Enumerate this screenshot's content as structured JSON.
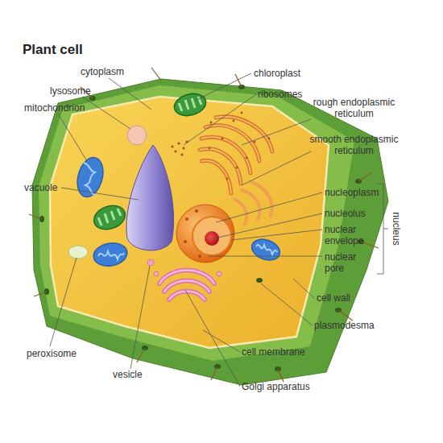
{
  "diagram": {
    "title": "Plant cell",
    "labels": [
      "cytoplasm",
      "lysosome",
      "mitochondrion",
      "chloroplast",
      "ribosomes",
      "rough endoplasmic reticulum",
      "smooth endoplasmic reticulum",
      "vacuole",
      "nucleoplasm",
      "nucleolus",
      "nuclear envelope",
      "nucleus",
      "nuclear pore",
      "cell wall",
      "plasmodesma",
      "peroxisome",
      "cell membrane",
      "vesicle",
      "Golgi apparatus"
    ]
  }
}
